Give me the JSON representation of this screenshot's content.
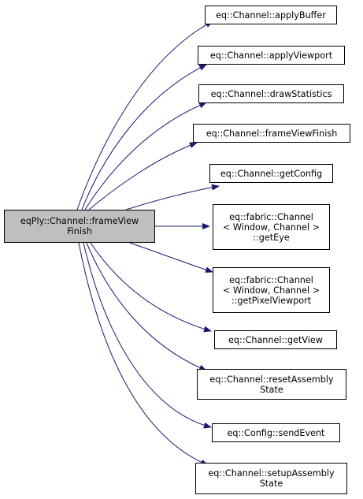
{
  "graph": {
    "root": {
      "lines": [
        "eqPly::Channel::frameView",
        "Finish"
      ],
      "fill": "#bfbfbf"
    },
    "callees": [
      {
        "id": "applyBuffer",
        "lines": [
          "eq::Channel::applyBuffer"
        ]
      },
      {
        "id": "applyViewport",
        "lines": [
          "eq::Channel::applyViewport"
        ]
      },
      {
        "id": "drawStatistics",
        "lines": [
          "eq::Channel::drawStatistics"
        ]
      },
      {
        "id": "frameViewFinish",
        "lines": [
          "eq::Channel::frameViewFinish"
        ]
      },
      {
        "id": "getConfig",
        "lines": [
          "eq::Channel::getConfig"
        ]
      },
      {
        "id": "getEye",
        "lines": [
          "eq::fabric::Channel",
          "< Window, Channel >",
          "::getEye"
        ]
      },
      {
        "id": "getPixelViewport",
        "lines": [
          "eq::fabric::Channel",
          "< Window, Channel >",
          "::getPixelViewport"
        ]
      },
      {
        "id": "getView",
        "lines": [
          "eq::Channel::getView"
        ]
      },
      {
        "id": "resetAssemblyState",
        "lines": [
          "eq::Channel::resetAssembly",
          "State"
        ]
      },
      {
        "id": "sendEvent",
        "lines": [
          "eq::Config::sendEvent"
        ]
      },
      {
        "id": "setupAssemblyState",
        "lines": [
          "eq::Channel::setupAssembly",
          "State"
        ]
      }
    ],
    "edge_color": "#191970"
  }
}
